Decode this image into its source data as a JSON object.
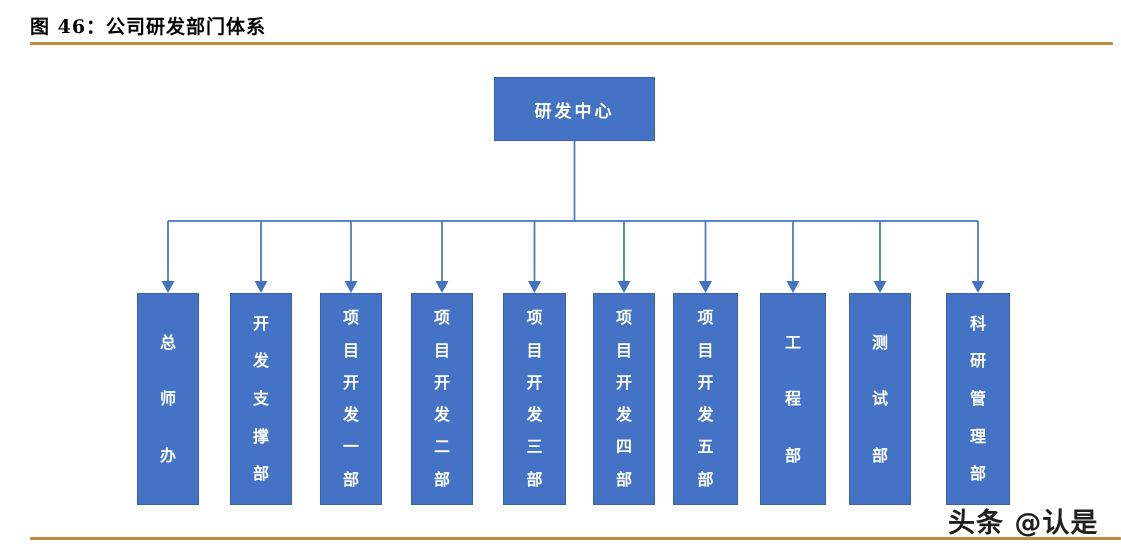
{
  "figure": {
    "title": "图 46：公司研发部门体系",
    "watermark": "头条 @认是"
  },
  "org_chart": {
    "root": {
      "label": "研发中心"
    },
    "departments": [
      {
        "label": "总师办"
      },
      {
        "label": "开发支撑部"
      },
      {
        "label": "项目开发一部"
      },
      {
        "label": "项目开发二部"
      },
      {
        "label": "项目开发三部"
      },
      {
        "label": "项目开发四部"
      },
      {
        "label": "项目开发五部"
      },
      {
        "label": "工程部"
      },
      {
        "label": "测试部"
      },
      {
        "label": "科研管理部"
      }
    ]
  },
  "colors": {
    "node_fill": "#4472C4",
    "node_border": "#3A62AE",
    "connector": "#4472C4",
    "rule_gold": "#BE8C3E",
    "title_text": "#000000",
    "node_text": "#FFFFFF",
    "watermark_text": "#1F1F1F"
  }
}
